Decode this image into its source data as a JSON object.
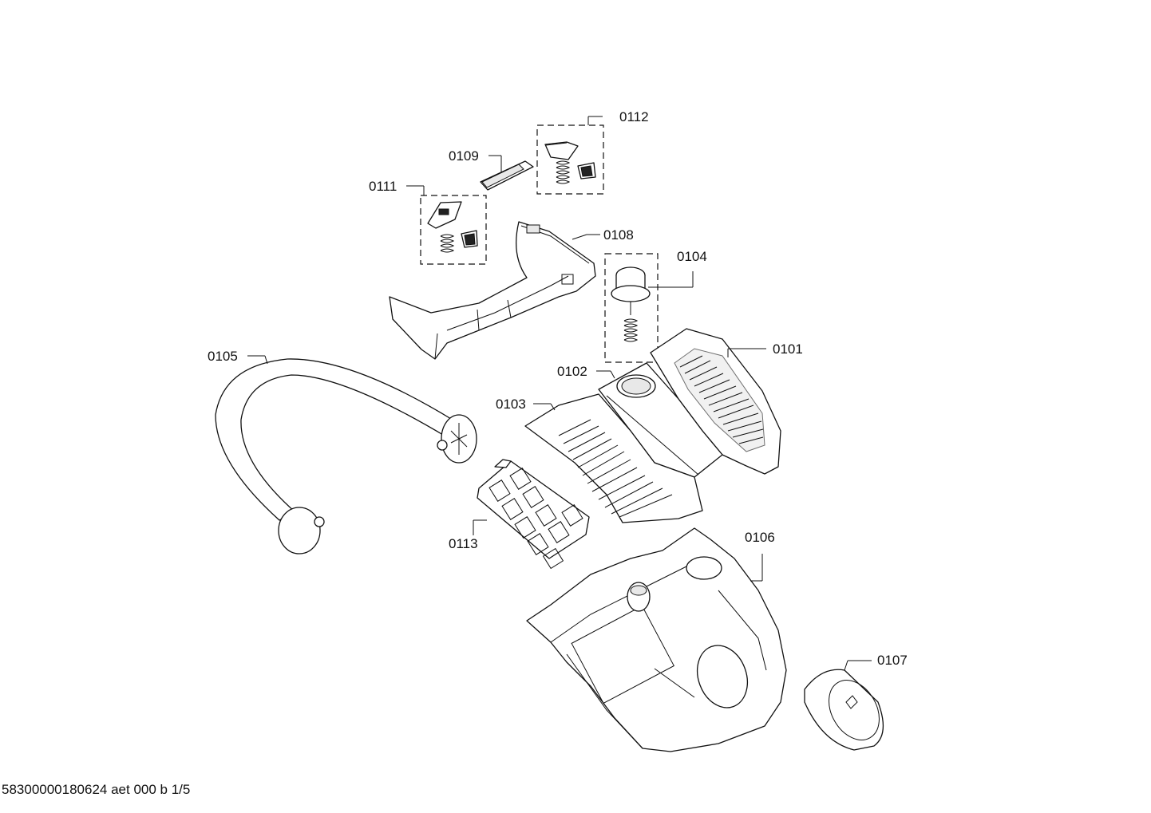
{
  "diagram": {
    "labels": {
      "p0101": "0101",
      "p0102": "0102",
      "p0103": "0103",
      "p0104": "0104",
      "p0105": "0105",
      "p0106": "0106",
      "p0107": "0107",
      "p0108": "0108",
      "p0109": "0109",
      "p0111": "0111",
      "p0112": "0112",
      "p0113": "0113"
    }
  },
  "footer": {
    "text": "58300000180624 aet 000 b 1/5"
  }
}
